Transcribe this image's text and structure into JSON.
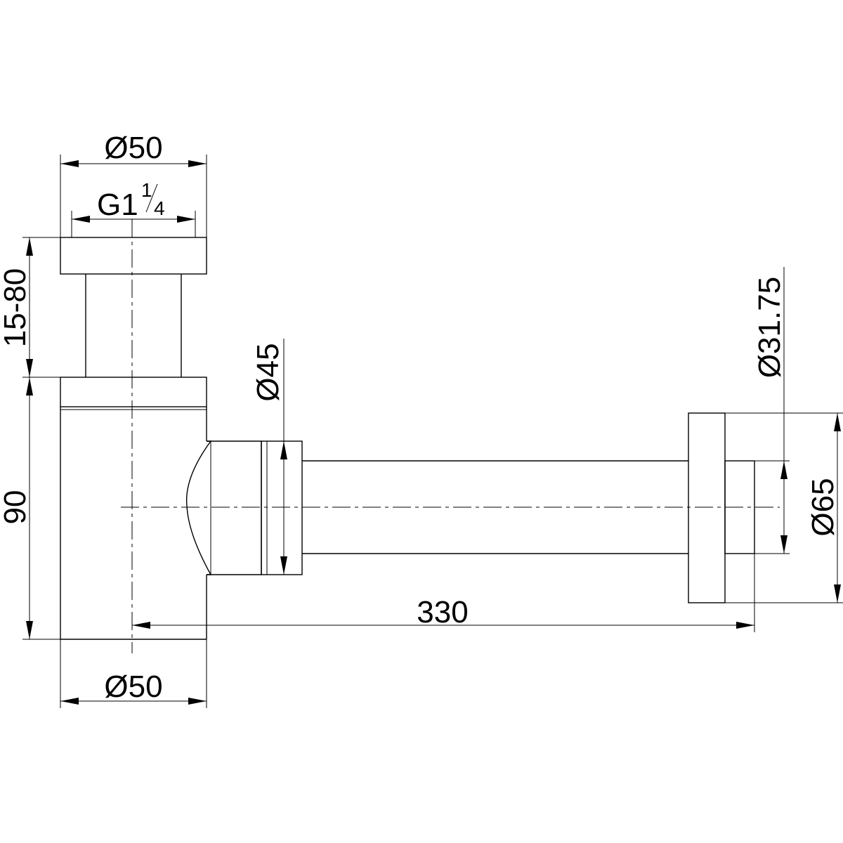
{
  "dimensions": {
    "top_diameter": "Ø50",
    "thread_main": "G1",
    "thread_num": "1",
    "thread_den": "4",
    "adjust_range": "15-80",
    "body_height": "90",
    "outlet_diameter": "Ø45",
    "wall_pipe_diameter": "Ø31.75",
    "flange_diameter": "Ø65",
    "length": "330",
    "bottom_diameter": "Ø50"
  }
}
